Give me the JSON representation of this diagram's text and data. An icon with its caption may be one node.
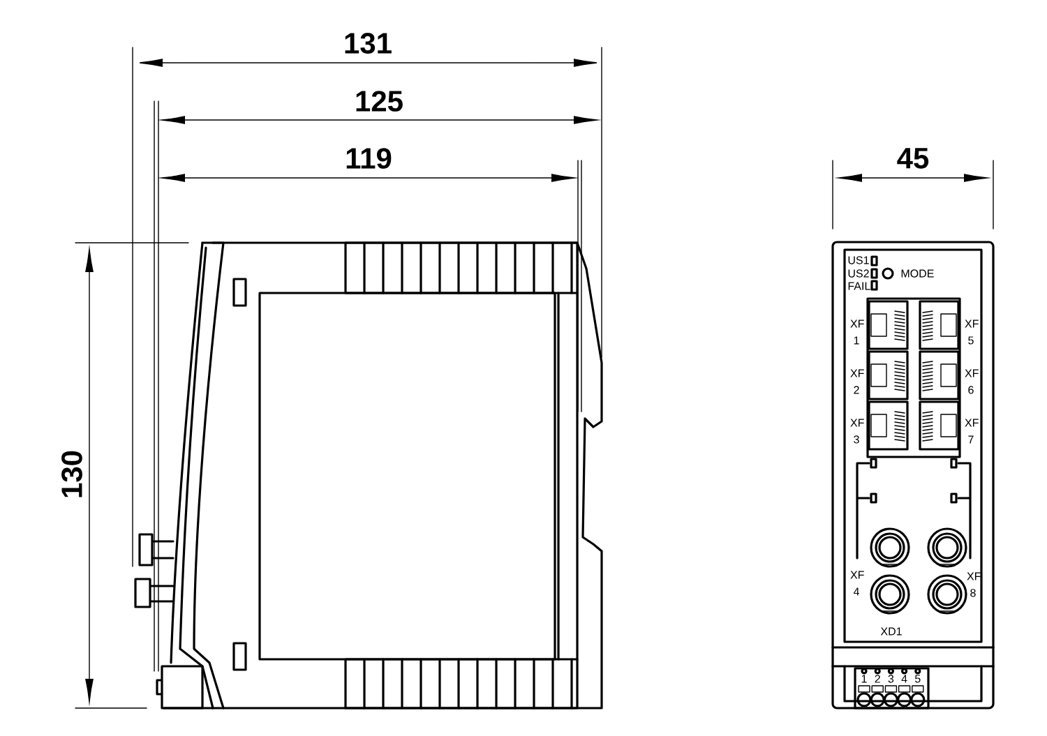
{
  "diagram": {
    "labels": [
      "131",
      "125",
      "119",
      "130",
      "45",
      "US1",
      "US2",
      "MODE",
      "FAIL",
      "XF 1",
      "XF 5",
      "XF 2",
      "XF 6",
      "XF 3",
      "XF 7",
      "XF 4",
      "XF 8",
      "XD1",
      "1",
      "2",
      "3",
      "4",
      "5"
    ]
  }
}
